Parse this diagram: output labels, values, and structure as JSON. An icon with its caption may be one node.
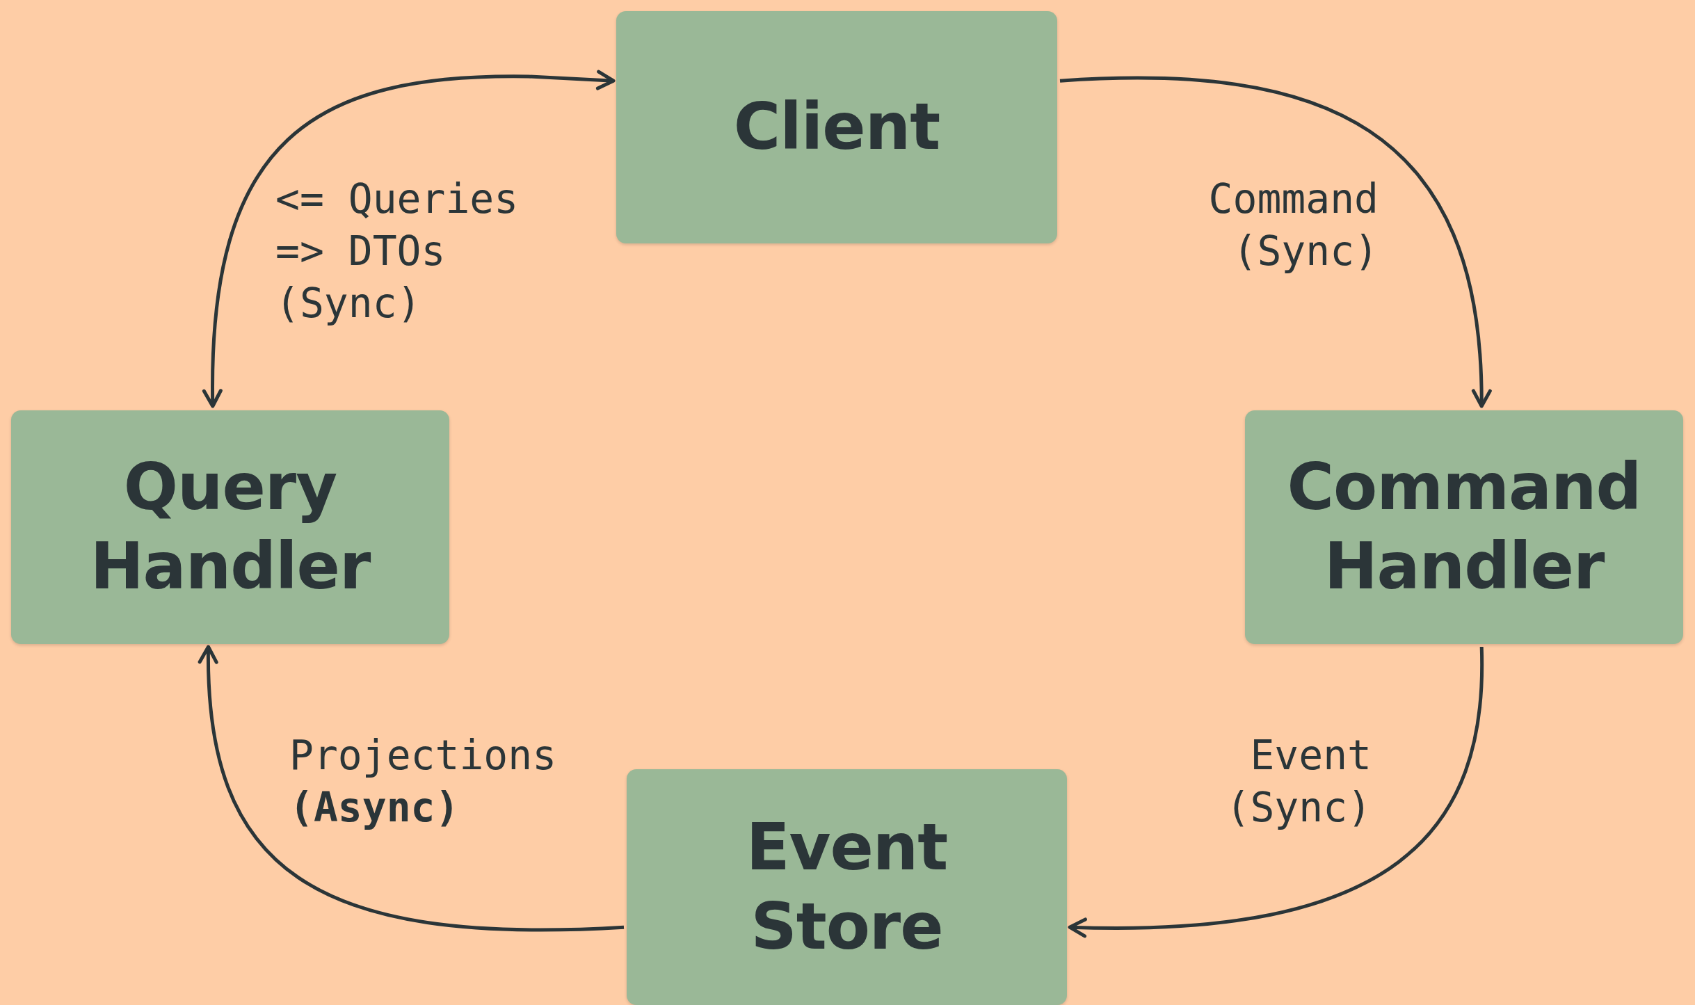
{
  "diagram": {
    "nodes": [
      {
        "text": [
          "Client"
        ]
      },
      {
        "text": [
          "Query Handler"
        ]
      },
      {
        "text": [
          "Command Handler"
        ]
      },
      {
        "text": [
          "Event Store"
        ]
      }
    ],
    "edges": [
      {
        "from": 1,
        "to": 0,
        "arrow": "both",
        "label": "<= Queries => DTOs (Sync)"
      },
      {
        "from": 0,
        "to": 2,
        "arrow": "to",
        "label": "Command (Sync)"
      },
      {
        "from": 2,
        "to": 3,
        "arrow": "to",
        "label": "Event (Sync)"
      },
      {
        "from": 3,
        "to": 1,
        "arrow": "to",
        "label": "Projections **(Async)**"
      }
    ]
  }
}
